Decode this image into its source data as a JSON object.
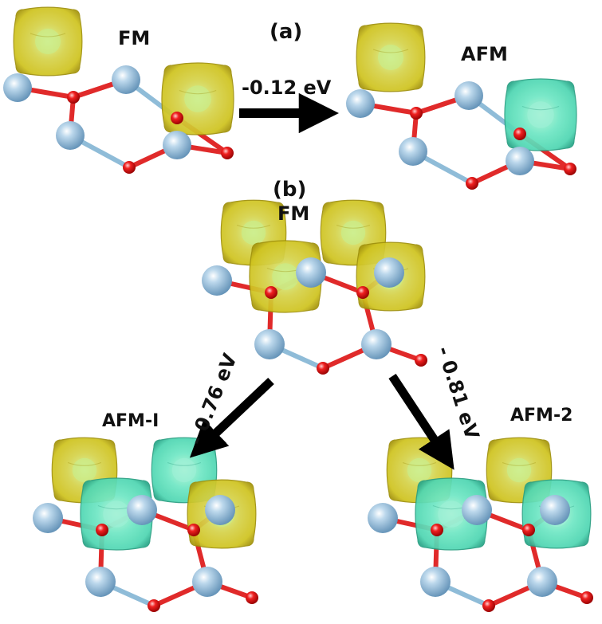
{
  "panel_a": {
    "label": "(a)",
    "left_state": "FM",
    "right_state": "AFM",
    "energy": "-0.12 eV"
  },
  "panel_b": {
    "label": "(b)",
    "top_state": "FM",
    "left_state": "AFM-I",
    "right_state": "AFM-2",
    "left_energy": "- 0.76 eV",
    "right_energy": "- 0.81 eV"
  },
  "colors": {
    "spin_up": "#d8cf2a",
    "spin_down": "#5ee0c0",
    "atom_blue": "#8ab7d8",
    "atom_red": "#e01818",
    "bond_blue": "#8fbcd8",
    "bond_red": "#e02a2a",
    "arrow": "#000000"
  }
}
